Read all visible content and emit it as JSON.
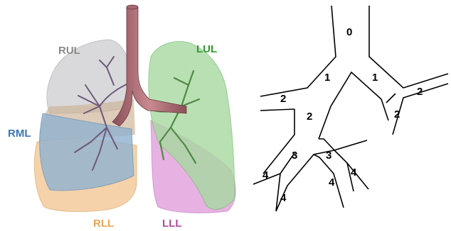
{
  "lung_labels": {
    "rul": "RUL",
    "lul": "LUL",
    "rml": "RML",
    "rll": "RLL",
    "lll": "LLL"
  },
  "lobe_colors": {
    "rul": "#8a8a8a",
    "lul": "#2e9a2e",
    "rml": "#3a78b8",
    "rll": "#e8a656",
    "lll": "#b04a9a"
  },
  "airway_tree_labels": {
    "trachea": "0",
    "right_main_bronchus": "1",
    "left_main_bronchus": "1",
    "right_upper_branch": "2",
    "right_intermediate_branch": "2",
    "left_upper_branch": "2",
    "left_lower_branch": "2",
    "right_lower_branch_a": "3",
    "right_lower_branch_b": "3",
    "segment_a": "4",
    "segment_b": "4",
    "segment_c": "4",
    "segment_d": "4"
  }
}
